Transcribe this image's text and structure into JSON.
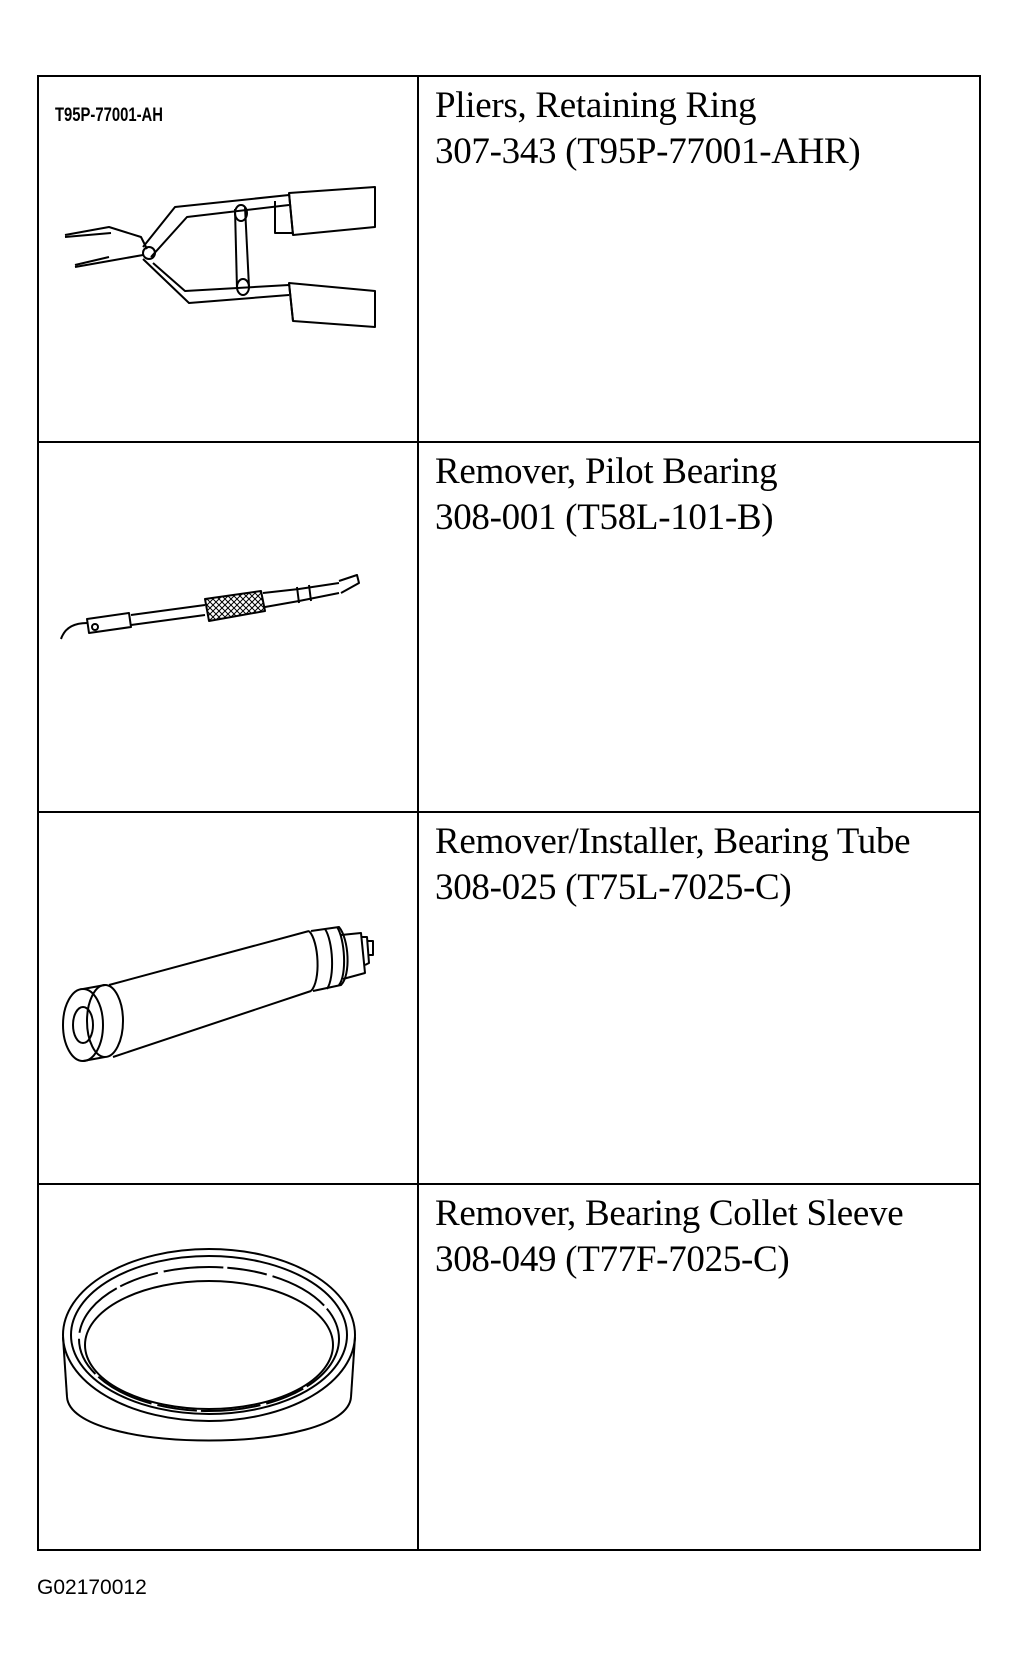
{
  "tools": [
    {
      "illustration_label": "T95P-77001-AH",
      "name": "Pliers, Retaining Ring",
      "number": "307-343 (T95P-77001-AHR)",
      "icon": "retaining-ring-pliers-icon"
    },
    {
      "illustration_label": "",
      "name": "Remover, Pilot Bearing",
      "number": "308-001 (T58L-101-B)",
      "icon": "pilot-bearing-remover-icon"
    },
    {
      "illustration_label": "",
      "name": "Remover/Installer, Bearing Tube",
      "number": "308-025 (T75L-7025-C)",
      "icon": "bearing-tube-tool-icon"
    },
    {
      "illustration_label": "",
      "name": "Remover, Bearing Collet Sleeve",
      "number": "308-049 (T77F-7025-C)",
      "icon": "collet-sleeve-icon"
    }
  ],
  "figure_code": "G02170012"
}
